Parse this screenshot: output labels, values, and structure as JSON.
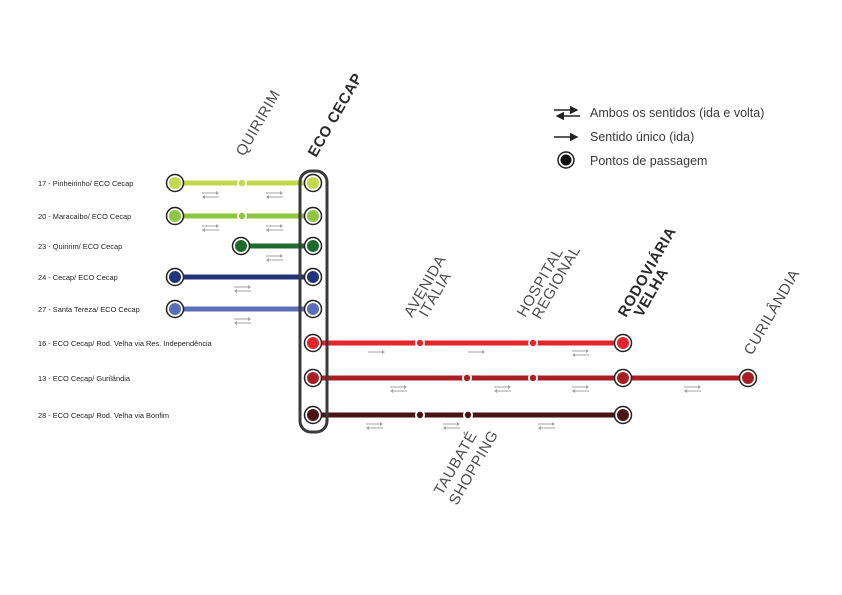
{
  "colors": {
    "lime": "#c3d949",
    "lightgreen": "#8dc641",
    "darkgreen": "#1e6b2e",
    "navy": "#23337a",
    "periwinkle": "#5b6fb8",
    "red": "#e4232b",
    "darkred": "#a81e22",
    "maroon": "#4a1417",
    "arrow": "#a3a3a3"
  },
  "legend": {
    "both_ways": "Ambos os sentidos (ida e volta)",
    "one_way": "Sentido único (ida)",
    "stops": "Pontos de passagem"
  },
  "stations": {
    "quiririm": "QUIRIRIM",
    "eco_cecap": "ECO CECAP",
    "avenida": "AVENIDA",
    "italia": "ITÁLIA",
    "hospital": "HOSPITAL",
    "regional": "REGIONAL",
    "rodoviaria": "RODOVIÁRIA",
    "velha": "VELHA",
    "curilandia": "CURILÂNDIA",
    "taubate": "TAUBATÉ",
    "shopping": "SHOPPING"
  },
  "routes": [
    {
      "label": "17 - Pinheirinho/ ECO Cecap",
      "color": "lime",
      "style": "start-left",
      "stops": [
        "eco"
      ],
      "mid": [
        "quiririm"
      ],
      "arrows": "both"
    },
    {
      "label": "20 - Maracaíbo/ ECO Cecap",
      "color": "lightgreen",
      "style": "start-left",
      "stops": [
        "eco"
      ],
      "mid": [
        "quiririm"
      ],
      "arrows": "both"
    },
    {
      "label": "23 - Quiririm/ ECO Cecap",
      "color": "darkgreen",
      "style": "start-quiririm",
      "arrows": "both"
    },
    {
      "label": "24 - Cecap/ ECO Cecap",
      "color": "navy",
      "style": "start-left",
      "arrows": "both"
    },
    {
      "label": "27 - Santa Tereza/ ECO Cecap",
      "color": "periwinkle",
      "style": "start-left",
      "arrows": "both"
    },
    {
      "label": "16 - ECO Cecap/ Rod. Velha via Res. Independência",
      "color": "red",
      "style": "east",
      "arrows": "mixed"
    },
    {
      "label": "13 - ECO Cecap/ Gurilândia",
      "color": "darkred",
      "style": "east-long",
      "arrows": "both"
    },
    {
      "label": "28 - ECO Cecap/ Rod. Velha via Bonfim",
      "color": "maroon",
      "style": "east-bonfim",
      "arrows": "both"
    }
  ]
}
